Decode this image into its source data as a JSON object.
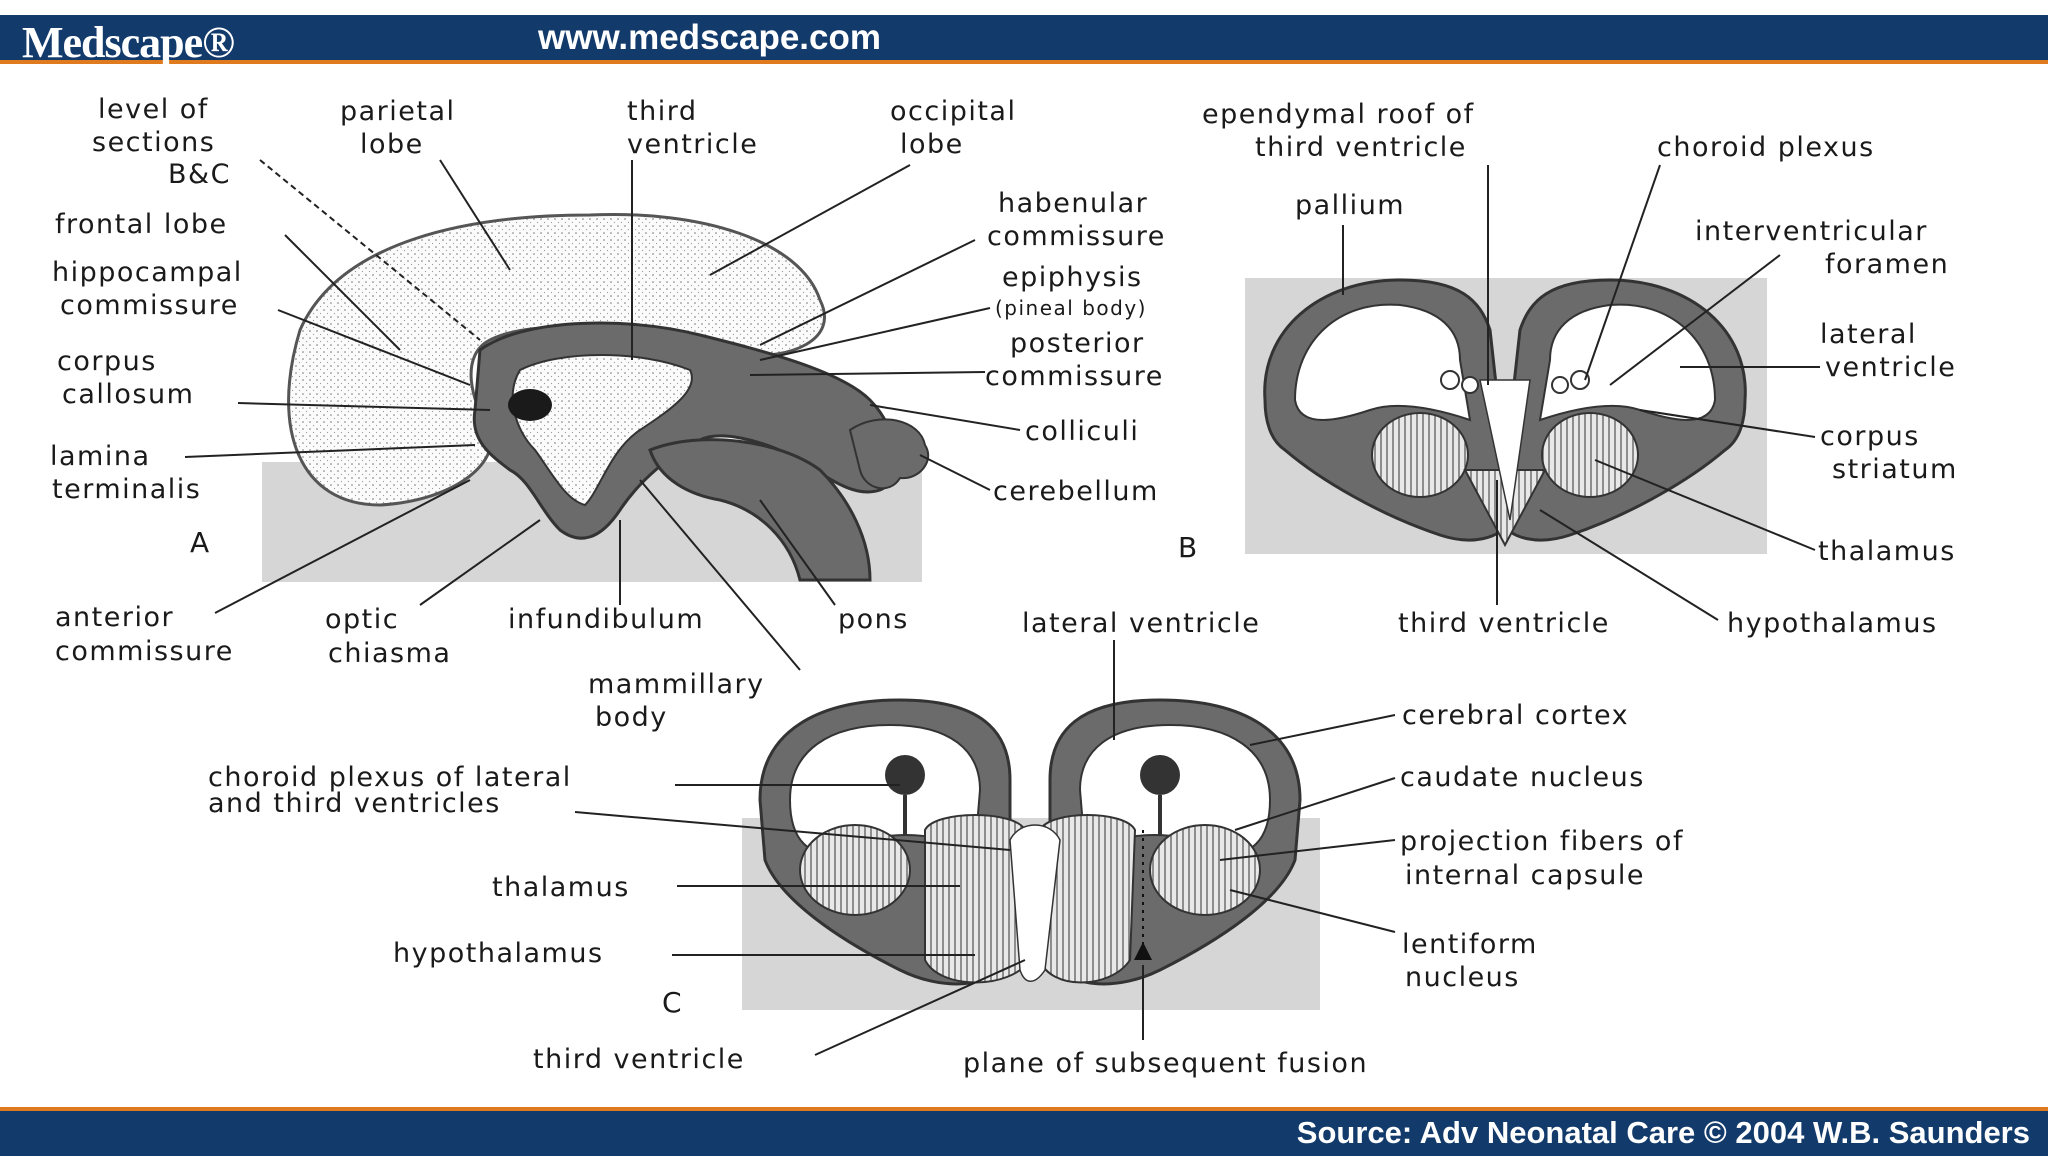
{
  "header": {
    "brand": "Medscape®",
    "url": "www.medscape.com"
  },
  "footer": {
    "source": "Source: Adv Neonatal Care © 2004 W.B. Saunders"
  },
  "panels": {
    "a": "A",
    "b": "B",
    "c": "C"
  },
  "labels_a": {
    "level_of_sections": [
      "level of",
      "sections",
      "B&C"
    ],
    "parietal_lobe": [
      "parietal",
      "lobe"
    ],
    "third_ventricle": [
      "third",
      "ventricle"
    ],
    "occipital_lobe": [
      "occipital",
      "lobe"
    ],
    "frontal_lobe": [
      "frontal lobe"
    ],
    "hippocampal_commissure": [
      "hippocampal",
      "commissure"
    ],
    "corpus_callosum": [
      "corpus",
      "callosum"
    ],
    "lamina_terminalis": [
      "lamina",
      "terminalis"
    ],
    "habenular_commissure": [
      "habenular",
      "commissure"
    ],
    "epiphysis": [
      "epiphysis",
      "(pineal body)"
    ],
    "posterior_commissure": [
      "posterior",
      "commissure"
    ],
    "colliculi": [
      "colliculi"
    ],
    "cerebellum": [
      "cerebellum"
    ],
    "anterior_commissure": [
      "anterior",
      "commissure"
    ],
    "optic_chiasma": [
      "optic",
      "chiasma"
    ],
    "infundibulum": [
      "infundibulum"
    ],
    "pons": [
      "pons"
    ],
    "mammillary_body": [
      "mammillary",
      "body"
    ]
  },
  "labels_b": {
    "ependymal_roof": [
      "ependymal roof of",
      "third ventricle"
    ],
    "choroid_plexus": [
      "choroid plexus"
    ],
    "pallium": [
      "pallium"
    ],
    "interventricular_foramen": [
      "interventricular",
      "foramen"
    ],
    "lateral_ventricle": [
      "lateral",
      "ventricle"
    ],
    "corpus_striatum": [
      "corpus",
      "striatum"
    ],
    "thalamus": [
      "thalamus"
    ],
    "third_ventricle": [
      "third ventricle"
    ],
    "hypothalamus": [
      "hypothalamus"
    ]
  },
  "labels_c": {
    "lateral_ventricle": [
      "lateral ventricle"
    ],
    "cerebral_cortex": [
      "cerebral cortex"
    ],
    "choroid_plexus_lat_third": [
      "choroid plexus of lateral",
      "and third ventricles"
    ],
    "caudate_nucleus": [
      "caudate nucleus"
    ],
    "projection_fibers": [
      "projection fibers of",
      "internal capsule"
    ],
    "thalamus": [
      "thalamus"
    ],
    "hypothalamus": [
      "hypothalamus"
    ],
    "lentiform_nucleus": [
      "lentiform",
      "nucleus"
    ],
    "third_ventricle": [
      "third ventricle"
    ],
    "plane_of_fusion": [
      "plane of subsequent fusion"
    ]
  }
}
